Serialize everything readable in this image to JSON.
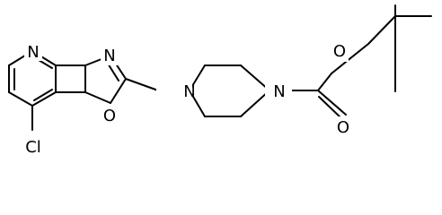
{
  "molecule": {
    "atom_labels": {
      "pyridine_n": "N",
      "oxazole_n": "N",
      "oxazole_o": "O",
      "piperazine_n1": "N",
      "piperazine_n4": "N",
      "ester_o": "O",
      "carbonyl_o": "O",
      "chlorine": "Cl"
    }
  }
}
